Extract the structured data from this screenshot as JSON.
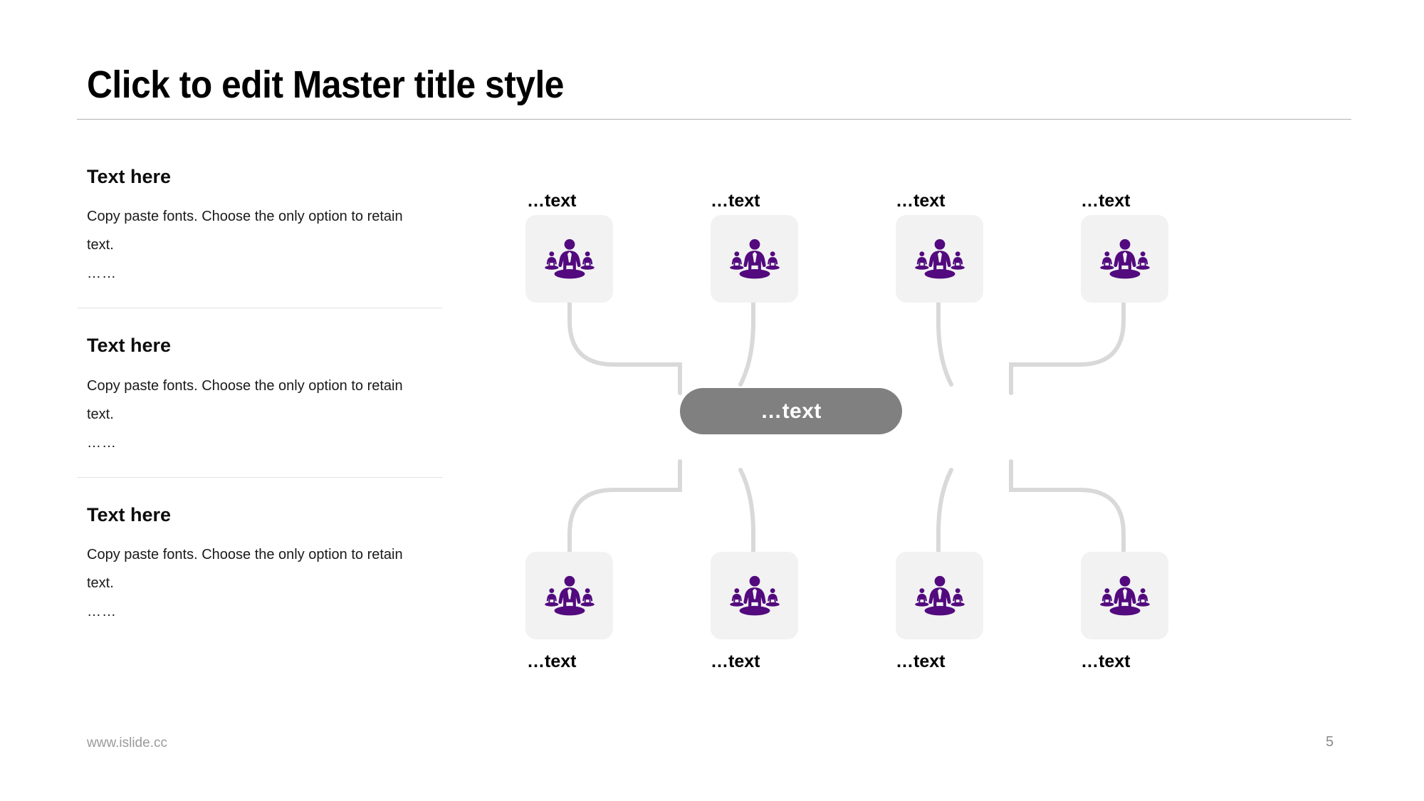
{
  "slide": {
    "title": "Click to edit Master title style",
    "footer_url": "www.islide.cc",
    "page_number": "5",
    "accent_purple": "#520a7e",
    "hub_gray": "#808080",
    "card_gray": "#f2f2f2",
    "connector_gray": "#d9d9d9"
  },
  "left_column": {
    "blocks": [
      {
        "heading": "Text here",
        "body": "Copy paste fonts. Choose the only option to retain text.",
        "dots": "……"
      },
      {
        "heading": "Text here",
        "body": "Copy paste fonts. Choose the only option to retain text.",
        "dots": "……"
      },
      {
        "heading": "Text here",
        "body": "Copy paste fonts. Choose the only option to retain text.",
        "dots": "……"
      }
    ]
  },
  "diagram": {
    "hub_label": "…text",
    "top_nodes": [
      {
        "label": "…text",
        "icon": "people-group-icon"
      },
      {
        "label": "…text",
        "icon": "people-group-icon"
      },
      {
        "label": "…text",
        "icon": "people-group-icon"
      },
      {
        "label": "…text",
        "icon": "people-group-icon"
      }
    ],
    "bottom_nodes": [
      {
        "label": "…text",
        "icon": "people-group-icon"
      },
      {
        "label": "…text",
        "icon": "people-group-icon"
      },
      {
        "label": "…text",
        "icon": "people-group-icon"
      },
      {
        "label": "…text",
        "icon": "people-group-icon"
      }
    ]
  }
}
